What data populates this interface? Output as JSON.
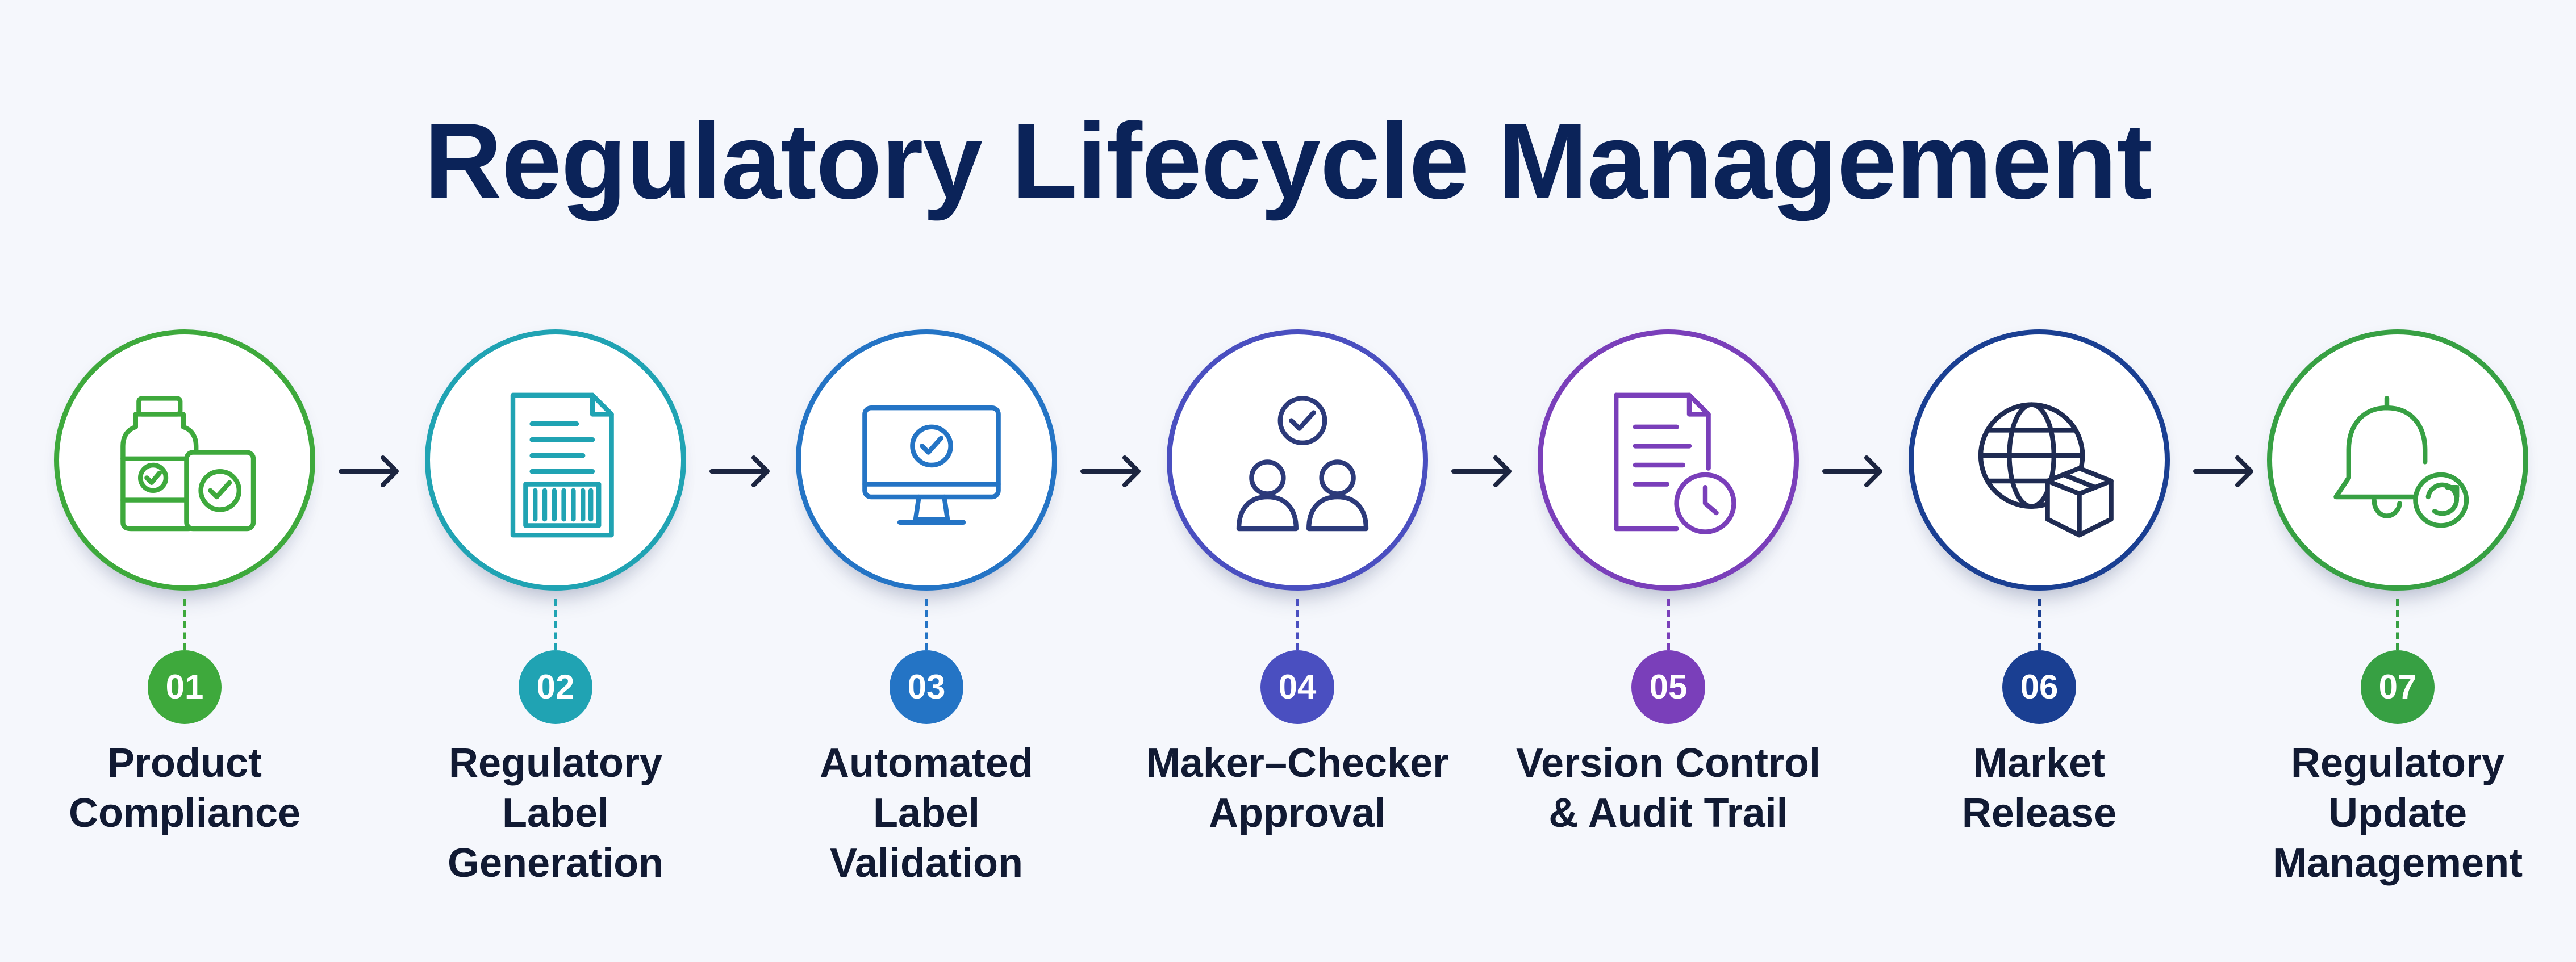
{
  "title": "Regulatory Lifecycle Management",
  "steps": [
    {
      "number": "01",
      "lines": [
        "Product",
        "Compliance"
      ],
      "icon": "medicine-bottle-check-icon",
      "color": "#3ea93c"
    },
    {
      "number": "02",
      "lines": [
        "Regulatory",
        "Label",
        "Generation"
      ],
      "icon": "barcode-document-icon",
      "color": "#20a3b3"
    },
    {
      "number": "03",
      "lines": [
        "Automated",
        "Label",
        "Validation"
      ],
      "icon": "monitor-check-icon",
      "color": "#2474c5"
    },
    {
      "number": "04",
      "lines": [
        "Maker–Checker",
        "Approval"
      ],
      "icon": "users-check-icon",
      "color": "#4a4fc0"
    },
    {
      "number": "05",
      "lines": [
        "Version Control",
        "& Audit Trail"
      ],
      "icon": "document-clock-icon",
      "color": "#7a3fba"
    },
    {
      "number": "06",
      "lines": [
        "Market",
        "Release"
      ],
      "icon": "globe-package-icon",
      "color": "#1a3f92"
    },
    {
      "number": "07",
      "lines": [
        "Regulatory",
        "Update",
        "Management"
      ],
      "icon": "bell-refresh-icon",
      "color": "#37a043"
    }
  ]
}
